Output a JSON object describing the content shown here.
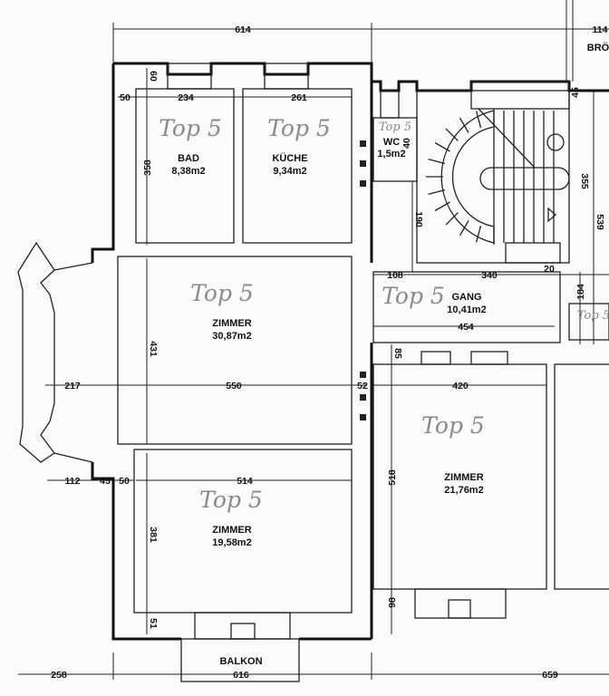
{
  "unit_label": "Top 5",
  "rooms": [
    {
      "name": "BAD",
      "area": "8,38m2"
    },
    {
      "name": "KÜCHE",
      "area": "9,34m2"
    },
    {
      "name": "WC",
      "area": "1,5m2"
    },
    {
      "name": "ZIMMER",
      "area": "30,87m2"
    },
    {
      "name": "GANG",
      "area": "10,41m2"
    },
    {
      "name": "ZIMMER",
      "area": "21,76m2"
    },
    {
      "name": "ZIMMER",
      "area": "19,58m2"
    },
    {
      "name": "BALKON",
      "area": ""
    },
    {
      "name": "BRÖ",
      "area": ""
    }
  ],
  "dimensions": [
    "614",
    "114",
    "60",
    "50",
    "234",
    "261",
    "358",
    "40",
    "45",
    "355",
    "539",
    "190",
    "108",
    "340",
    "20",
    "184",
    "454",
    "217",
    "550",
    "431",
    "52",
    "420",
    "85",
    "112",
    "45",
    "50",
    "514",
    "381",
    "51",
    "518",
    "98",
    "258",
    "616",
    "659"
  ],
  "partial_labels": [
    "Top 5"
  ]
}
